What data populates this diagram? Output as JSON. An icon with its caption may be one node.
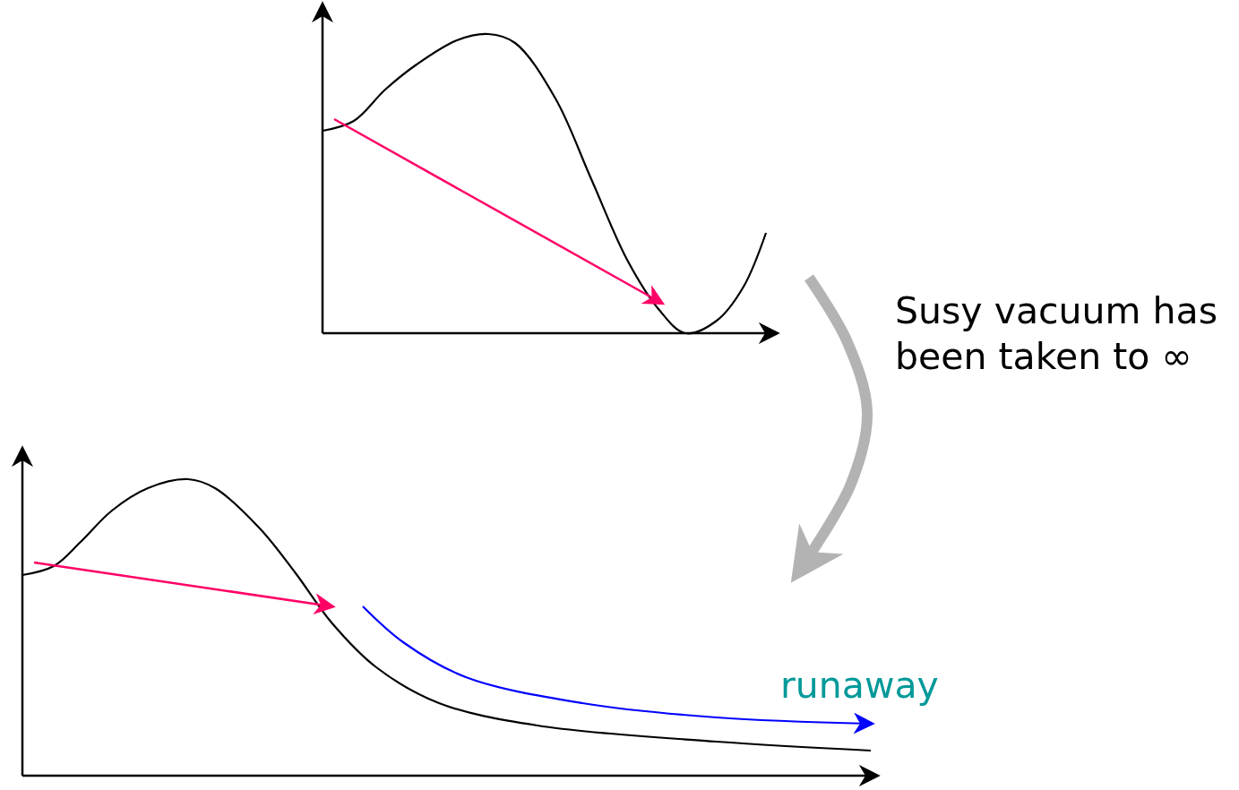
{
  "diagram": {
    "nodes": [
      {
        "text": [],
        "shape": "picture"
      },
      {
        "text": [],
        "shape": "picture"
      }
    ],
    "edges": [
      {
        "from": 0,
        "to": 1,
        "arrow": "to",
        "color": "#b3b3b3"
      }
    ],
    "labels": [
      "Susy vacuum has been taken to ∞",
      "runaway"
    ]
  }
}
